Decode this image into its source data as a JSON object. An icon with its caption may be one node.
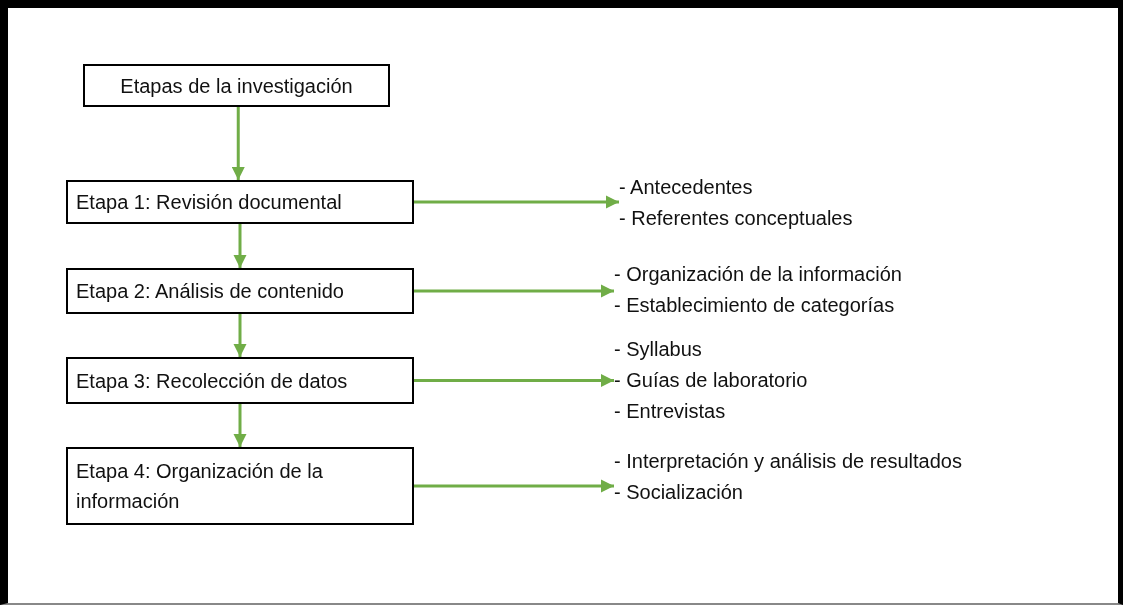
{
  "diagram": {
    "nodes": [
      {
        "text": [
          "Etapas de la investigación"
        ]
      },
      {
        "text": [
          "Etapa 1: Revisión documental"
        ]
      },
      {
        "text": [
          "Etapa 2: Análisis de contenido"
        ]
      },
      {
        "text": [
          "Etapa 3: Recolección de datos"
        ]
      },
      {
        "text": [
          "Etapa 4: Organización de la información"
        ]
      },
      {
        "text": [
          "- Antecedentes",
          "- Referentes conceptuales"
        ]
      },
      {
        "text": [
          "- Organización de la información",
          "- Establecimiento de categorías"
        ]
      },
      {
        "text": [
          "- Syllabus",
          "- Guías de laboratorio",
          "- Entrevistas"
        ]
      },
      {
        "text": [
          "- Interpretación y análisis de resultados",
          "- Socialización"
        ]
      }
    ],
    "edges": [
      {
        "from": 0,
        "to": 1,
        "arrow": "to"
      },
      {
        "from": 1,
        "to": 2,
        "arrow": "to"
      },
      {
        "from": 2,
        "to": 3,
        "arrow": "to"
      },
      {
        "from": 3,
        "to": 4,
        "arrow": "to"
      },
      {
        "from": 1,
        "to": 5,
        "arrow": "to"
      },
      {
        "from": 2,
        "to": 6,
        "arrow": "to"
      },
      {
        "from": 3,
        "to": 7,
        "arrow": "to"
      },
      {
        "from": 4,
        "to": 8,
        "arrow": "to"
      }
    ]
  }
}
